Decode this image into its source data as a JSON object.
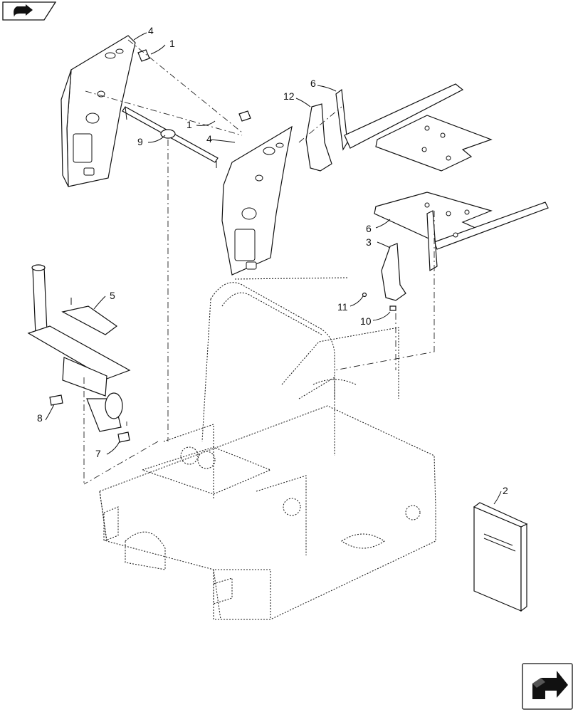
{
  "callouts": {
    "c1_top": "1",
    "c4_top": "4",
    "c12": "12",
    "c6_top": "6",
    "c9": "9",
    "c1_mid": "1",
    "c4_mid": "4",
    "c6_mid": "6",
    "c3": "3",
    "c11": "11",
    "c10": "10",
    "c5": "5",
    "c8": "8",
    "c7": "7",
    "c2": "2"
  },
  "icons": {
    "top_left": "previous-page-arrow-icon",
    "bottom_right": "next-page-arrow-icon"
  }
}
